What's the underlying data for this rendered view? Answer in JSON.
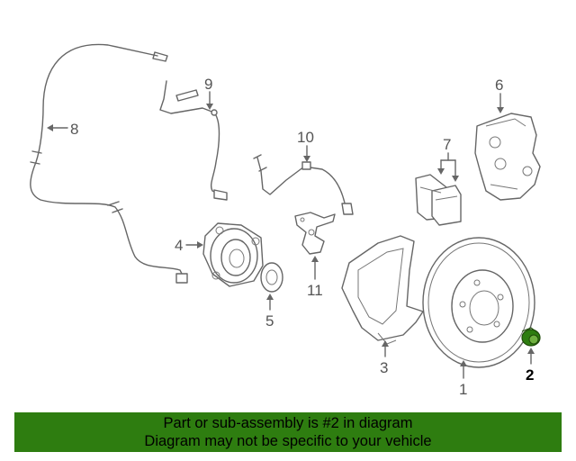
{
  "diagram": {
    "callouts": [
      "1",
      "2",
      "3",
      "4",
      "5",
      "6",
      "7",
      "8",
      "9",
      "10",
      "11"
    ],
    "highlight_part": "2",
    "highlight_color": "#2e7d10",
    "line_color": "#666666"
  },
  "banner": {
    "line1": "Part or sub-assembly is #2 in diagram",
    "line2": "Diagram may not be specific to your vehicle",
    "background": "#2e7d10"
  }
}
